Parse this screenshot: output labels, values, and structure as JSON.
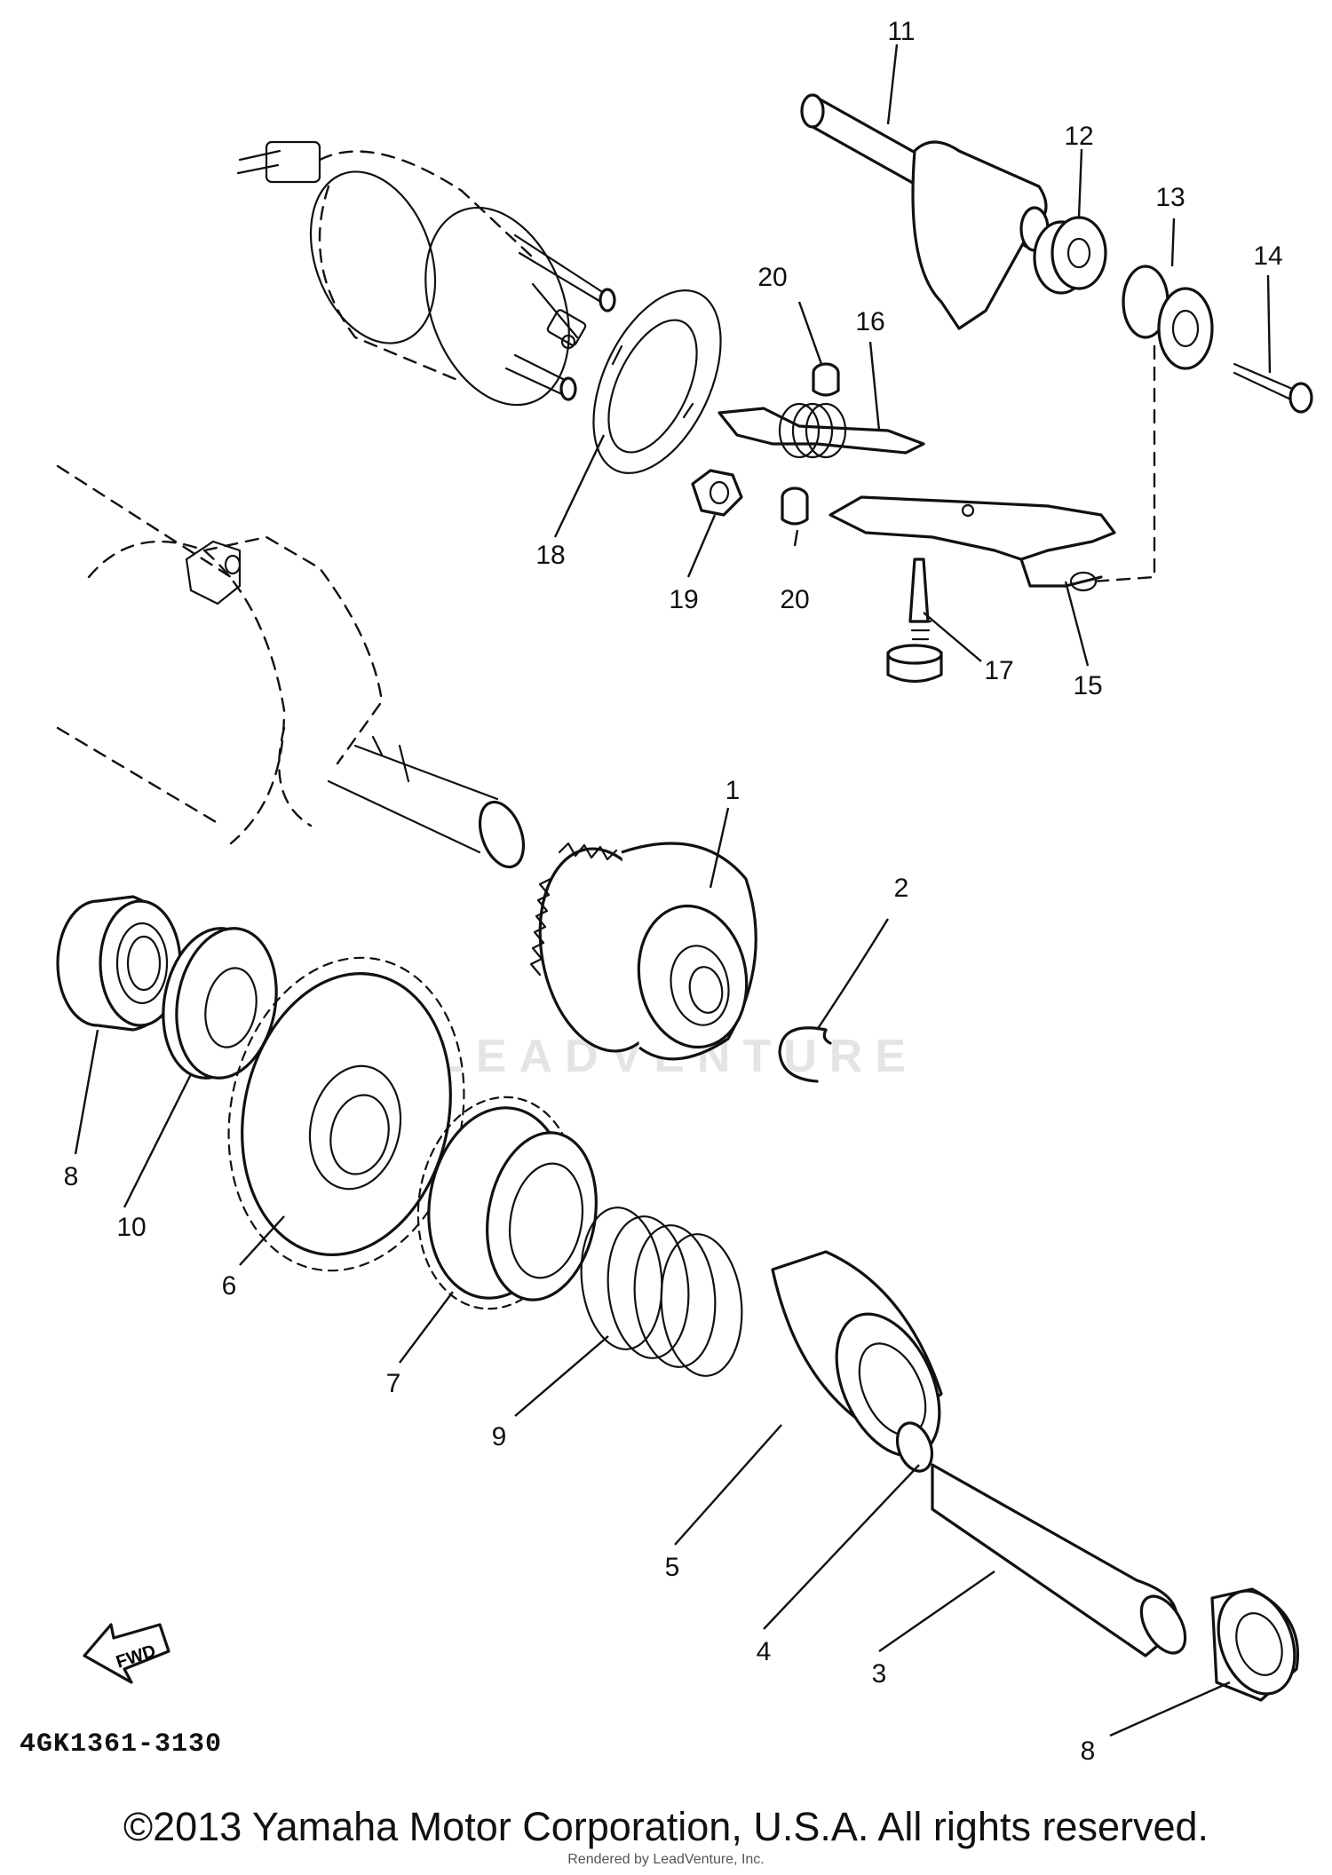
{
  "diagram": {
    "part_code": "4GK1361-3130",
    "copyright": "©2013 Yamaha Motor Corporation, U.S.A. All rights reserved.",
    "rendered_by": "Rendered by LeadVenture, Inc.",
    "watermark": "LEADVENTURE",
    "fwd_label": "FWD",
    "callouts": {
      "c1": "1",
      "c2": "2",
      "c3": "3",
      "c4": "4",
      "c5": "5",
      "c6": "6",
      "c7": "7",
      "c8a": "8",
      "c8b": "8",
      "c9": "9",
      "c10": "10",
      "c11": "11",
      "c12": "12",
      "c13": "13",
      "c14": "14",
      "c15": "15",
      "c16": "16",
      "c17": "17",
      "c18": "18",
      "c19": "19",
      "c20a": "20",
      "c20b": "20"
    }
  }
}
